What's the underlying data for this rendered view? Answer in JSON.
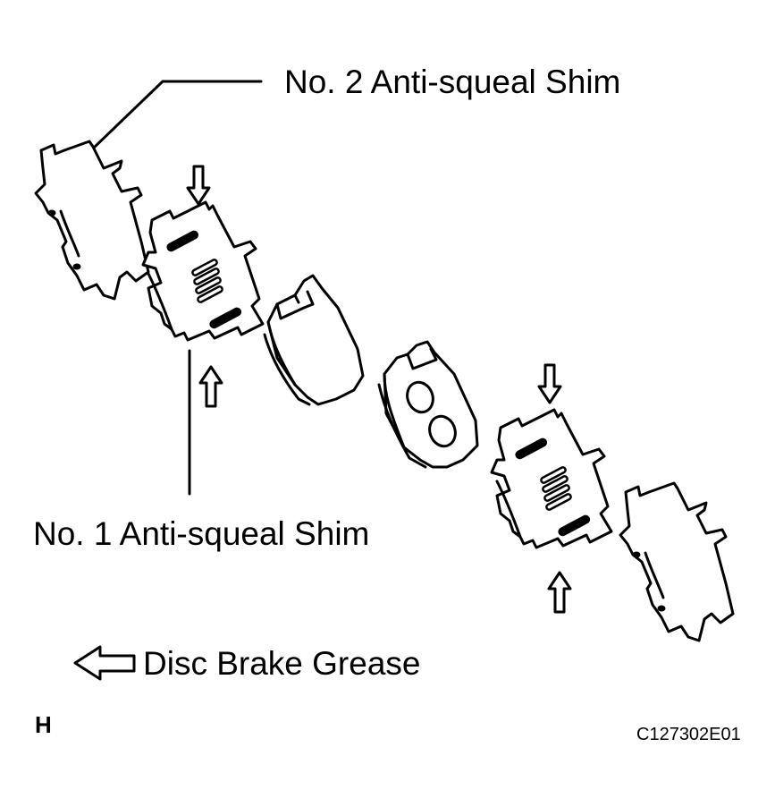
{
  "labels": {
    "shim_no2": "No. 2 Anti-squeal Shim",
    "shim_no1": "No. 1 Anti-squeal Shim",
    "legend_grease": "Disc Brake Grease",
    "corner_mark": "H",
    "figure_code": "C127302E01"
  },
  "colors": {
    "line": "#000000",
    "background": "#ffffff"
  },
  "icons": {
    "legend_arrow": "hollow-left-arrow-icon",
    "grease_arrow": "hollow-pointer-arrow-icon"
  }
}
